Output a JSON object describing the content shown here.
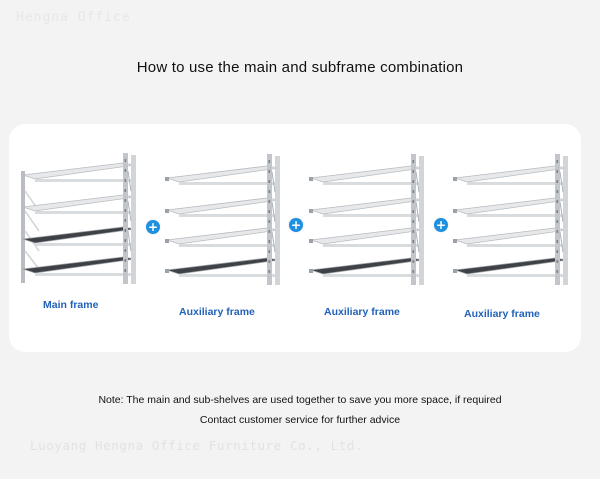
{
  "watermark_top": "Hengna Office",
  "title": "How to use the main and subframe combination",
  "frames": [
    {
      "label": "Main frame",
      "kind": "main"
    },
    {
      "label": "Auxiliary frame",
      "kind": "auxiliary"
    },
    {
      "label": "Auxiliary frame",
      "kind": "auxiliary"
    },
    {
      "label": "Auxiliary frame",
      "kind": "auxiliary"
    }
  ],
  "plus_symbol": "+",
  "note": {
    "line1": "Note: The main and sub-shelves are used together to save you more space, if required",
    "line2": "Contact customer service for further advice"
  },
  "watermark_bottom": "Luoyang Hengna Office Furniture Co., Ltd.",
  "colors": {
    "label": "#2262b8",
    "plus": "#1f8fe0",
    "frame_metal": "#c9ccd0",
    "shelf_board": "#3a3d42"
  }
}
